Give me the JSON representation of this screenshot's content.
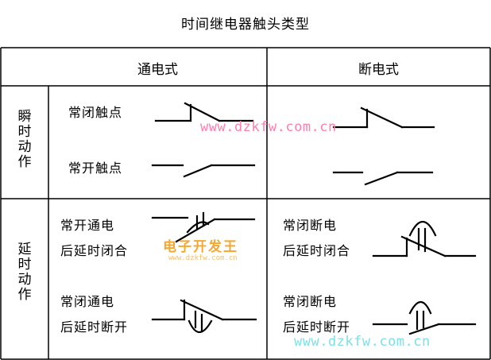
{
  "title": "时间继电器触头类型",
  "columns": {
    "energize": "通电式",
    "deenergize": "断电式"
  },
  "rows": {
    "instant": "瞬时动作",
    "delay": "延时动作"
  },
  "cells": {
    "instant_no_label": "常闭触点",
    "instant_nc_label": "常开触点",
    "delay_energize_close_l1": "常开通电",
    "delay_energize_close_l2": "后延时闭合",
    "delay_energize_open_l1": "常闭通电",
    "delay_energize_open_l2": "后延时断开",
    "delay_deenergize_close_l1": "常闭断电",
    "delay_deenergize_close_l2": "后延时闭合",
    "delay_deenergize_open_l1": "常闭断电",
    "delay_deenergize_open_l2": "后延时断开"
  },
  "watermarks": {
    "url_top": "www.dzkfw.com.cn",
    "logo": "电子开发王",
    "logo_sub": "www.dzkfw.com.cn",
    "url_bottom": "www.dzkfw.com.cn"
  },
  "colors": {
    "grid": "#000000",
    "watermark_pink": "#ff7fb0",
    "watermark_cyan": "#7ee0e8",
    "logo": "#f5a830"
  }
}
